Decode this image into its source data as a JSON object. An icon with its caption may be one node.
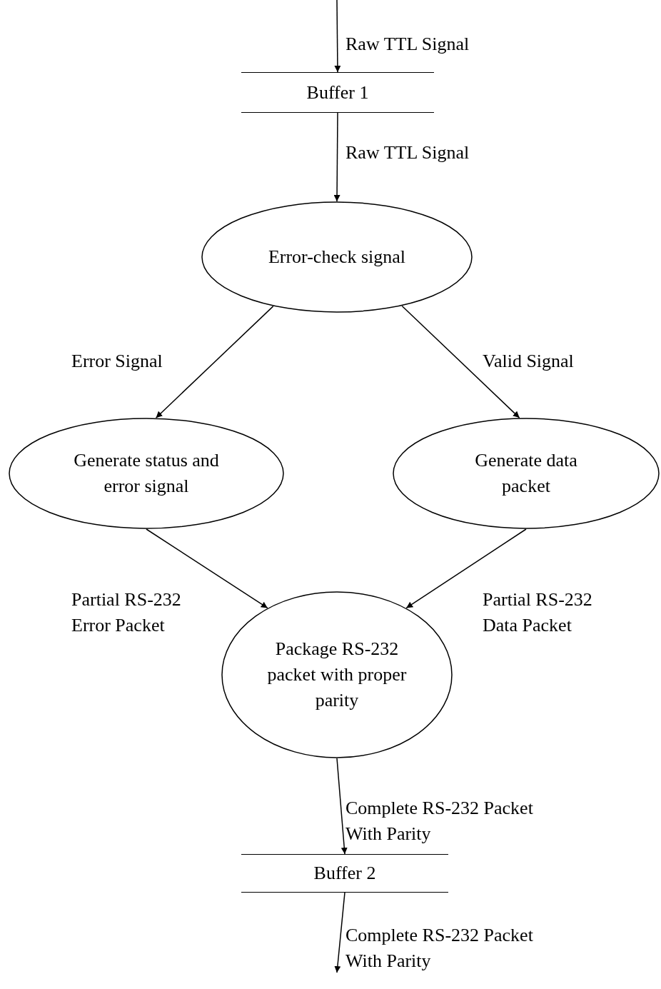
{
  "diagram": {
    "nodes": [
      {
        "text": [
          "Buffer 1"
        ]
      },
      {
        "text": [
          "Error-check signal"
        ]
      },
      {
        "text": [
          "Generate status and error signal"
        ]
      },
      {
        "text": [
          "Generate data packet"
        ]
      },
      {
        "text": [
          "Package RS-232 packet with proper parity"
        ]
      },
      {
        "text": [
          "Buffer 2"
        ]
      }
    ],
    "edges": [
      {
        "from": null,
        "to": 0,
        "arrow": "to",
        "label": "Raw TTL Signal"
      },
      {
        "from": 0,
        "to": 1,
        "arrow": "to",
        "label": "Raw TTL Signal"
      },
      {
        "from": 1,
        "to": 2,
        "arrow": "to",
        "label": "Error Signal"
      },
      {
        "from": 1,
        "to": 3,
        "arrow": "to",
        "label": "Valid Signal"
      },
      {
        "from": 2,
        "to": 4,
        "arrow": "to",
        "label": "Partial RS-232 Error Packet"
      },
      {
        "from": 3,
        "to": 4,
        "arrow": "to",
        "label": "Partial RS-232 Data Packet"
      },
      {
        "from": 4,
        "to": 5,
        "arrow": "to",
        "label": "Complete RS-232 Packet With Parity"
      },
      {
        "from": 5,
        "to": null,
        "arrow": "to",
        "label": "Complete RS-232 Packet With Parity"
      }
    ]
  }
}
